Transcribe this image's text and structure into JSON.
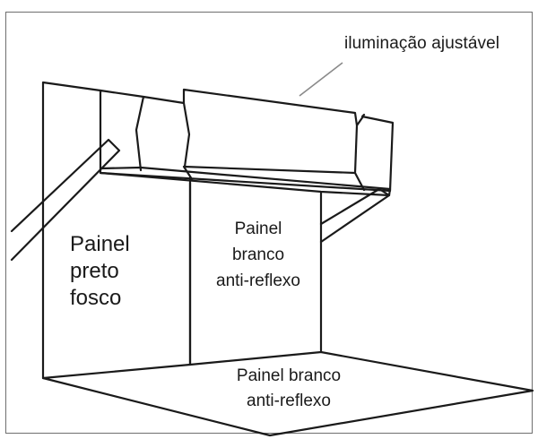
{
  "labels": {
    "adjustable_lighting": "iluminação ajustável",
    "black_panel": [
      "Painel",
      "preto",
      "fosco"
    ],
    "back_panel": [
      "Painel",
      "branco",
      "anti-reflexo"
    ],
    "floor_panel": [
      "Painel branco",
      "anti-reflexo"
    ]
  },
  "colors": {
    "ink": "#1a1a1a",
    "frame": "#6f6f6f",
    "leader_line": "#8a8a8a",
    "background": "#ffffff"
  }
}
